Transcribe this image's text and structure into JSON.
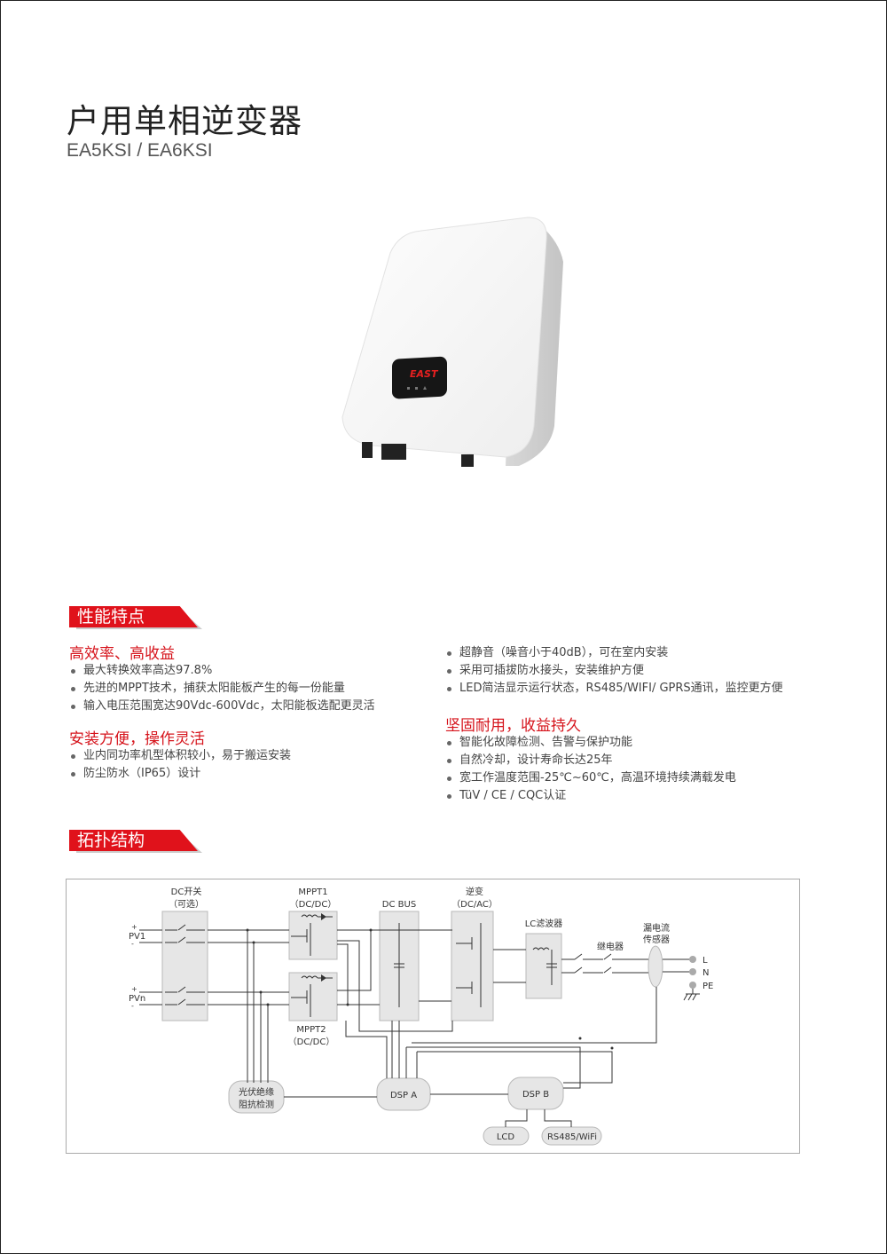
{
  "header": {
    "title": "户用单相逆变器",
    "subtitle": "EA5KSI / EA6KSI"
  },
  "product": {
    "brand_logo": "EAST",
    "accent": "#e0121b"
  },
  "features": {
    "banner": "性能特点",
    "groups_left": [
      {
        "heading": "高效率、高收益",
        "items": [
          "最大转换效率高达97.8%",
          "先进的MPPT技术，捕获太阳能板产生的每一份能量",
          "输入电压范围宽达90Vdc-600Vdc，太阳能板选配更灵活"
        ]
      },
      {
        "heading": "安装方便，操作灵活",
        "items": [
          "业内同功率机型体积较小，易于搬运安装",
          "防尘防水（IP65）设计"
        ]
      }
    ],
    "groups_right": [
      {
        "heading": "",
        "items": [
          "超静音（噪音小于40dB），可在室内安装",
          "采用可插拔防水接头，安装维护方便",
          "LED简洁显示运行状态，RS485/WIFI/ GPRS通讯，监控更方便"
        ]
      },
      {
        "heading": "坚固耐用，收益持久",
        "items": [
          "智能化故障检测、告警与保护功能",
          "自然冷却，设计寿命长达25年",
          "宽工作温度范围-25℃~60℃，高温环境持续满载发电",
          "TüV / CE / CQC认证"
        ]
      }
    ]
  },
  "topology": {
    "banner": "拓扑结构",
    "dc_switch": [
      "DC开关",
      "（可选）"
    ],
    "mppt1": [
      "MPPT1",
      "（DC/DC）"
    ],
    "mppt2": [
      "MPPT2",
      "（DC/DC）"
    ],
    "dc_bus": "DC BUS",
    "inverter": [
      "逆变",
      "（DC/AC）"
    ],
    "lc_filter": "LC滤波器",
    "relay": "继电器",
    "leak_sensor": [
      "漏电流",
      "传感器"
    ],
    "pv1": "PV1",
    "pvn": "PVn",
    "plus": "+",
    "minus": "-",
    "outputs": [
      "L",
      "N",
      "PE"
    ],
    "insulation": [
      "光伏绝缘",
      "阻抗检测"
    ],
    "dsp_a": "DSP A",
    "dsp_b": "DSP B",
    "lcd": "LCD",
    "comm": "RS485/WiFi"
  }
}
